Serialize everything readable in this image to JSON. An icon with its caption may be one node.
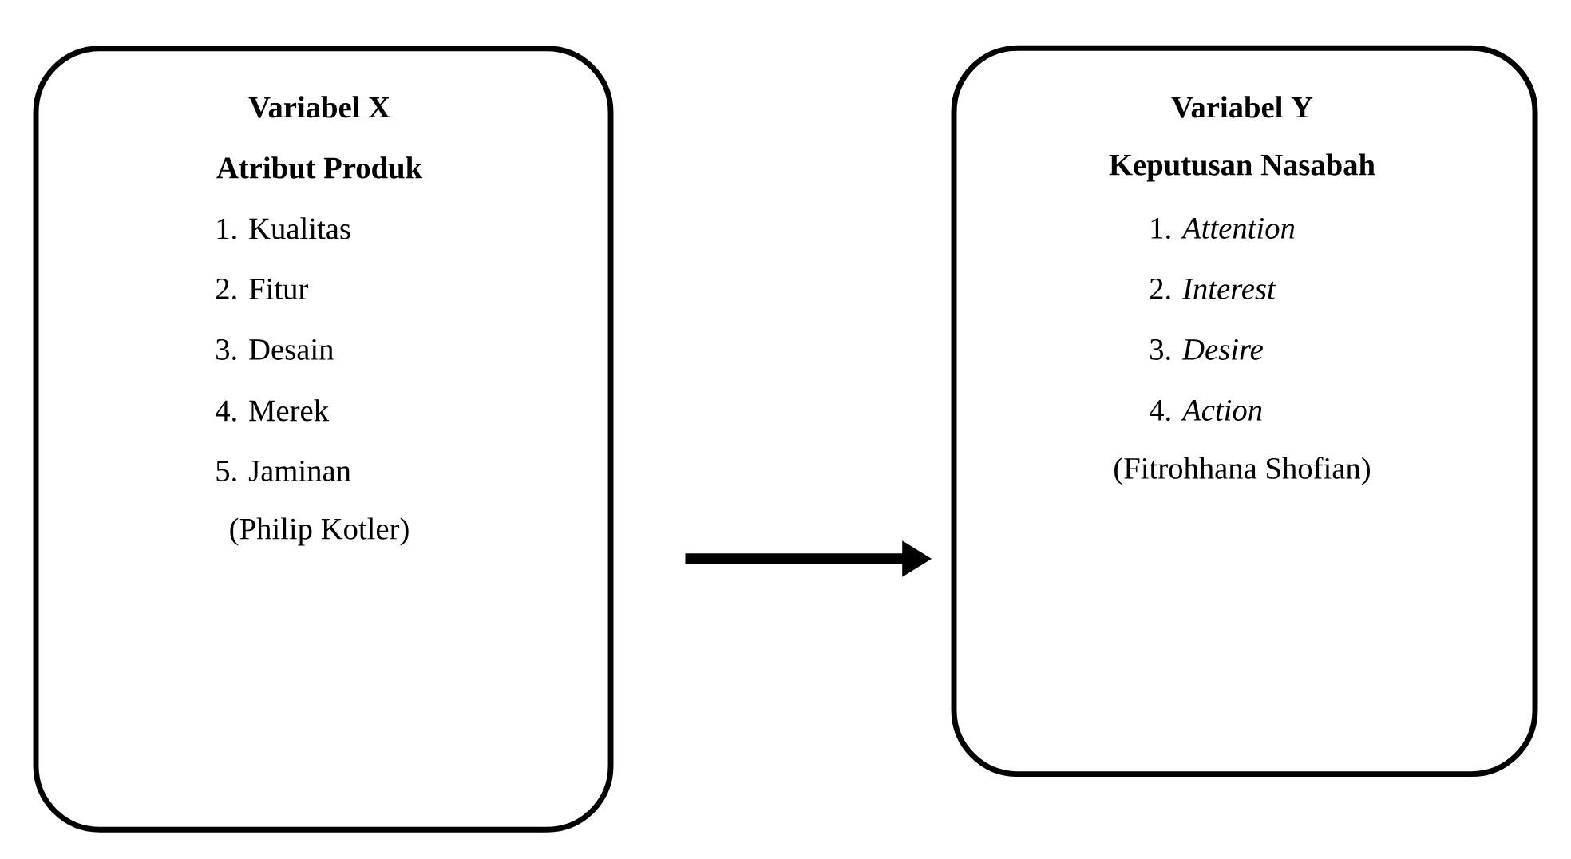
{
  "diagram": {
    "nodes": [
      {
        "text": [
          "Variabel X",
          "Atribut Produk",
          "1. Kualitas",
          "2. Fitur",
          "3. Desain",
          "4. Merek",
          "5. Jaminan",
          "(Philip Kotler)"
        ]
      },
      {
        "text": [
          "Variabel Y",
          "Keputusan Nasabah",
          "1. *Attention*",
          "2. *Interest*",
          "3. *Desire*",
          "4. *Action*",
          "(Fitrohhana Shofian)"
        ]
      }
    ],
    "edges": [
      {
        "from": 0,
        "to": 1,
        "arrow": "to"
      }
    ]
  }
}
